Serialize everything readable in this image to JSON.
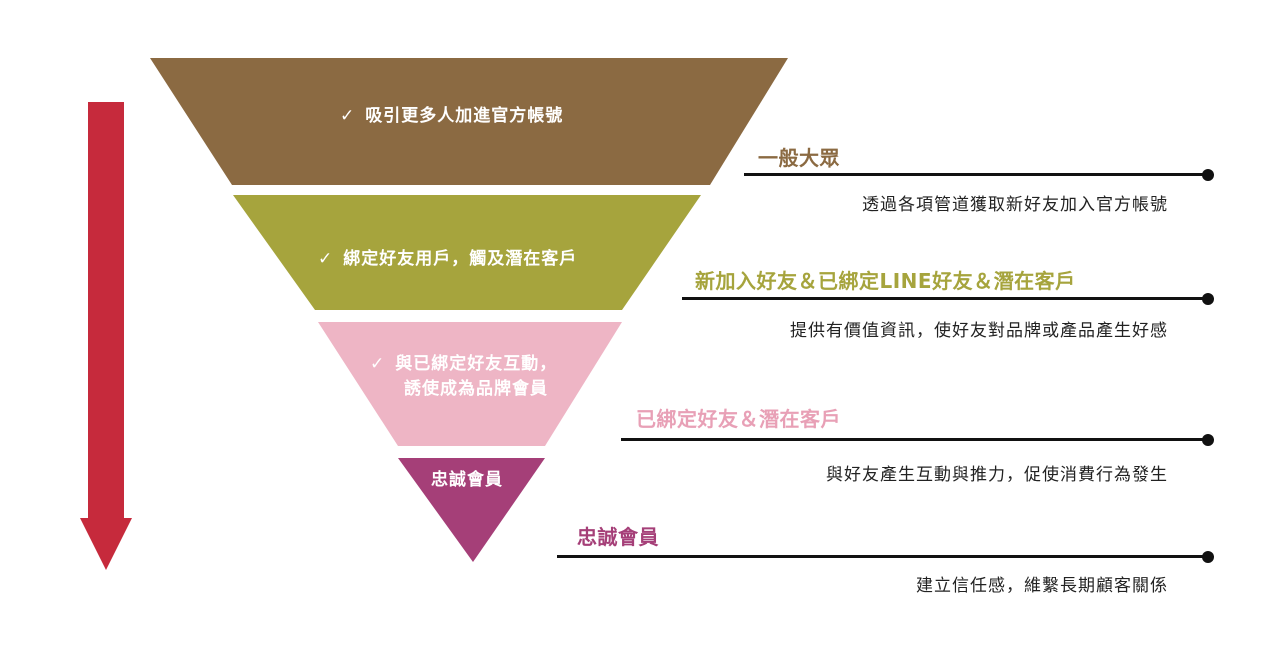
{
  "colors": {
    "tier1": "#8b6a42",
    "tier2": "#a6a43d",
    "tier3": "#eeb5c5",
    "tier4": "#a53f78",
    "arrow": "#c62a3c",
    "line": "#111111"
  },
  "funnel": {
    "tier1": {
      "check": "✓",
      "text": "吸引更多人加進官方帳號"
    },
    "tier2": {
      "check": "✓",
      "text": "綁定好友用戶，觸及潛在客戶"
    },
    "tier3": {
      "check": "✓",
      "line1": "與已綁定好友互動，",
      "line2": "誘使成為品牌會員"
    },
    "tier4": {
      "text": "忠誠會員"
    }
  },
  "audiences": [
    {
      "title": "一般大眾",
      "description": "透過各項管道獲取新好友加入官方帳號",
      "title_color": "#8b6a42"
    },
    {
      "title": "新加入好友＆已綁定LINE好友＆潛在客戶",
      "description": "提供有價值資訊，使好友對品牌或產品產生好感",
      "title_color": "#a6a43d"
    },
    {
      "title": "已綁定好友＆潛在客戶",
      "description": "與好友產生互動與推力，促使消費行為發生",
      "title_color": "#e8a0b6"
    },
    {
      "title": "忠誠會員",
      "description": "建立信任感，維繫長期顧客關係",
      "title_color": "#a53f78"
    }
  ]
}
